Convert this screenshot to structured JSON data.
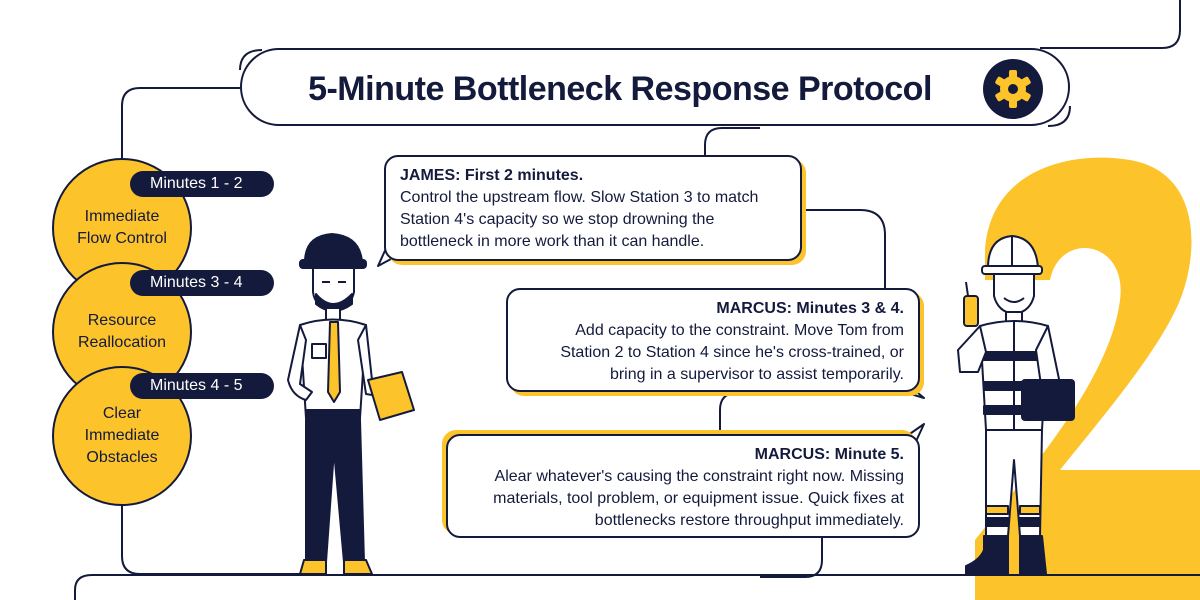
{
  "title": "5-Minute Bottleneck Response Protocol",
  "colors": {
    "navy": "#141a3c",
    "yellow": "#fcc32a",
    "white": "#ffffff"
  },
  "icons": {
    "title_icon": "gear-icon",
    "big_numeral": "2"
  },
  "steps": [
    {
      "tag": "Minutes 1 - 2",
      "label": "Immediate Flow Control"
    },
    {
      "tag": "Minutes 3 - 4",
      "label": "Resource Reallocation"
    },
    {
      "tag": "Minutes 4 - 5",
      "label": "Clear Immediate Obstacles"
    }
  ],
  "bubbles": [
    {
      "speaker": "JAMES: First 2 minutes.",
      "text": "Control the upstream flow. Slow Station 3 to match Station 4's capacity so we stop drowning the bottleneck in more work than it can handle."
    },
    {
      "speaker": "MARCUS: Minutes 3 & 4.",
      "text": "Add capacity to the constraint. Move Tom from Station 2 to Station 4 since he's cross-trained, or bring in a supervisor to assist temporarily."
    },
    {
      "speaker": "MARCUS: Minute 5.",
      "text": "Alear whatever's causing the constraint right now. Missing materials, tool problem, or equipment issue. Quick fixes at bottlenecks restore throughput immediately."
    }
  ]
}
